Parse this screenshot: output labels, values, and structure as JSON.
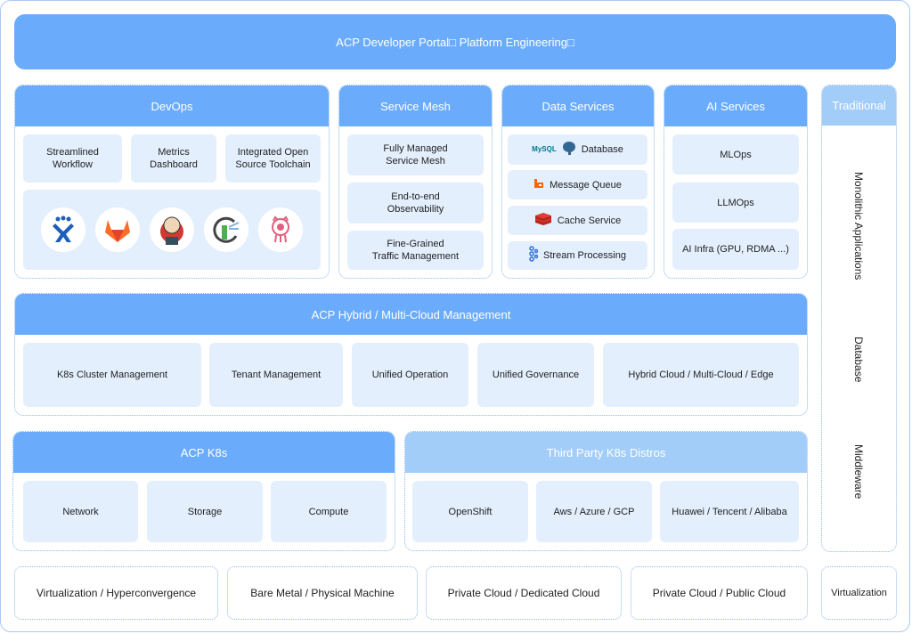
{
  "banner": {
    "title": "ACP Developer Portal□ Platform Engineering□"
  },
  "devops": {
    "title": "DevOps",
    "tiles": [
      "Streamlined\nWorkflow",
      "Metrics\nDashboard",
      "Integrated Open\nSource Toolchain"
    ],
    "logos": [
      "jira-logo",
      "gitlab-logo",
      "jenkins-logo",
      "sonarqube-logo",
      "argo-logo"
    ]
  },
  "service_mesh": {
    "title": "Service Mesh",
    "tiles": [
      "Fully Managed\nService Mesh",
      "End-to-end\nObservability",
      "Fine-Grained\nTraffic Management"
    ]
  },
  "data_services": {
    "title": "Data Services",
    "tiles": [
      "Database",
      "Message Queue",
      "Cache Service",
      "Stream Processing"
    ],
    "mysql_logo": "MySQL"
  },
  "ai_services": {
    "title": "AI Services",
    "tiles": [
      "MLOps",
      "LLMOps",
      "AI Infra (GPU, RDMA ...)"
    ]
  },
  "traditional": {
    "title": "Traditional",
    "items": [
      "Monolithic Applications",
      "Database",
      "Middleware"
    ]
  },
  "hybrid": {
    "title": "ACP Hybrid / Multi-Cloud Management",
    "tiles": [
      "K8s Cluster Management",
      "Tenant Management",
      "Unified Operation",
      "Unified Governance",
      "Hybrid Cloud / Multi-Cloud / Edge"
    ]
  },
  "acp_k8s": {
    "title": "ACP K8s",
    "tiles": [
      "Network",
      "Storage",
      "Compute"
    ]
  },
  "third_party": {
    "title": "Third Party K8s Distros",
    "tiles": [
      "OpenShift",
      "Aws / Azure / GCP",
      "Huawei / Tencent / Alibaba"
    ]
  },
  "infra": {
    "items": [
      "Virtualization / Hyperconvergence",
      "Bare Metal / Physical Machine",
      "Private Cloud / Dedicated Cloud",
      "Private Cloud / Public Cloud",
      "Virtualization"
    ]
  },
  "colors": {
    "header": "#6aacfb",
    "header_light": "#a3cdf9",
    "tile": "#e3effd"
  }
}
